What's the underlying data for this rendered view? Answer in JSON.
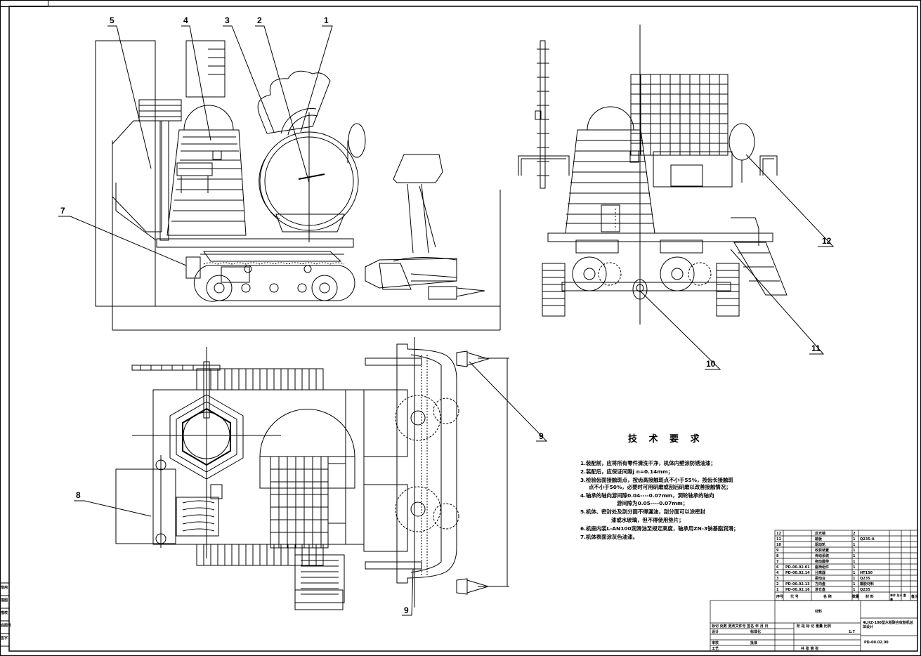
{
  "callouts": [
    "1",
    "2",
    "3",
    "4",
    "5",
    "7",
    "8",
    "9",
    "9",
    "10",
    "11",
    "12"
  ],
  "requirements": {
    "title": "技 术 要 求",
    "lines": [
      "1.装配前，应将所有零件清洗干净，机体内壁涂防锈油漆；",
      "2.装配后，应保证间隙j n=0.14mm；",
      "3.检验齿面接触斑点，按齿高接触斑点不小于55%，按齿长接触斑",
      "点不小于50%，必要时可用研磨或刮后研磨以改善接触情况；",
      "4.轴承的轴向游间隙0.04----0.07mm，洞轮轴承的轴向",
      "游间隙为0.05----0.07mm；",
      "5.机体、密封处及剖分面不得漏油，剖分面可以涂密封",
      "漆或水玻璃，但不得使用垫片；",
      "6.机座内装L-AN100润滑油至规定高度，轴承用ZN-3钠基脂润滑；",
      "7.机体表面涂灰色油漆。"
    ]
  },
  "bom": {
    "rows": [
      [
        "12",
        "",
        "反光镜",
        "2",
        "",
        ""
      ],
      [
        "11",
        "",
        "踏板",
        "1",
        "Q235-A",
        ""
      ],
      [
        "10",
        "",
        "驱动轮",
        "1",
        "",
        ""
      ],
      [
        "9",
        "",
        "收获装置",
        "1",
        "",
        ""
      ],
      [
        "8",
        "",
        "传动系统",
        "1",
        "",
        ""
      ],
      [
        "7",
        "",
        "拖动履带",
        "1",
        "",
        ""
      ],
      [
        "6",
        "PD-00.02.01",
        "座椅组件",
        "1",
        "",
        ""
      ],
      [
        "4",
        "PD-00.02.14",
        "分离器",
        "1",
        "HT150",
        ""
      ],
      [
        "3",
        "",
        "振动台",
        "1",
        "Q235",
        ""
      ],
      [
        "2",
        "PD-00.02.13",
        "方向盘",
        "1",
        "橡胶材料",
        ""
      ],
      [
        "1",
        "PD-00.02.16",
        "进仓盘",
        "1",
        "Q235",
        ""
      ]
    ],
    "header": [
      "序号",
      "代 号",
      "名 称",
      "数量",
      "材 料",
      "单件 总计 重 量",
      "备注"
    ],
    "material_label": "材料",
    "title": "4LHZ-100型水稻联合收割机总体设计",
    "drawing_no": "PD-00.02.00",
    "scale": "1:7",
    "sign_row": "标记 处数 更改文件号 签名 年 月 日",
    "stage_row": "阶 段 标 记 重量 比例",
    "sheet_row": "共 张 第 张",
    "roles": [
      "设计",
      "审核",
      "工艺",
      "标准化",
      "批准"
    ]
  },
  "side_stamp": [
    "借用",
    "描图",
    "描校",
    "底图号",
    "签字"
  ]
}
